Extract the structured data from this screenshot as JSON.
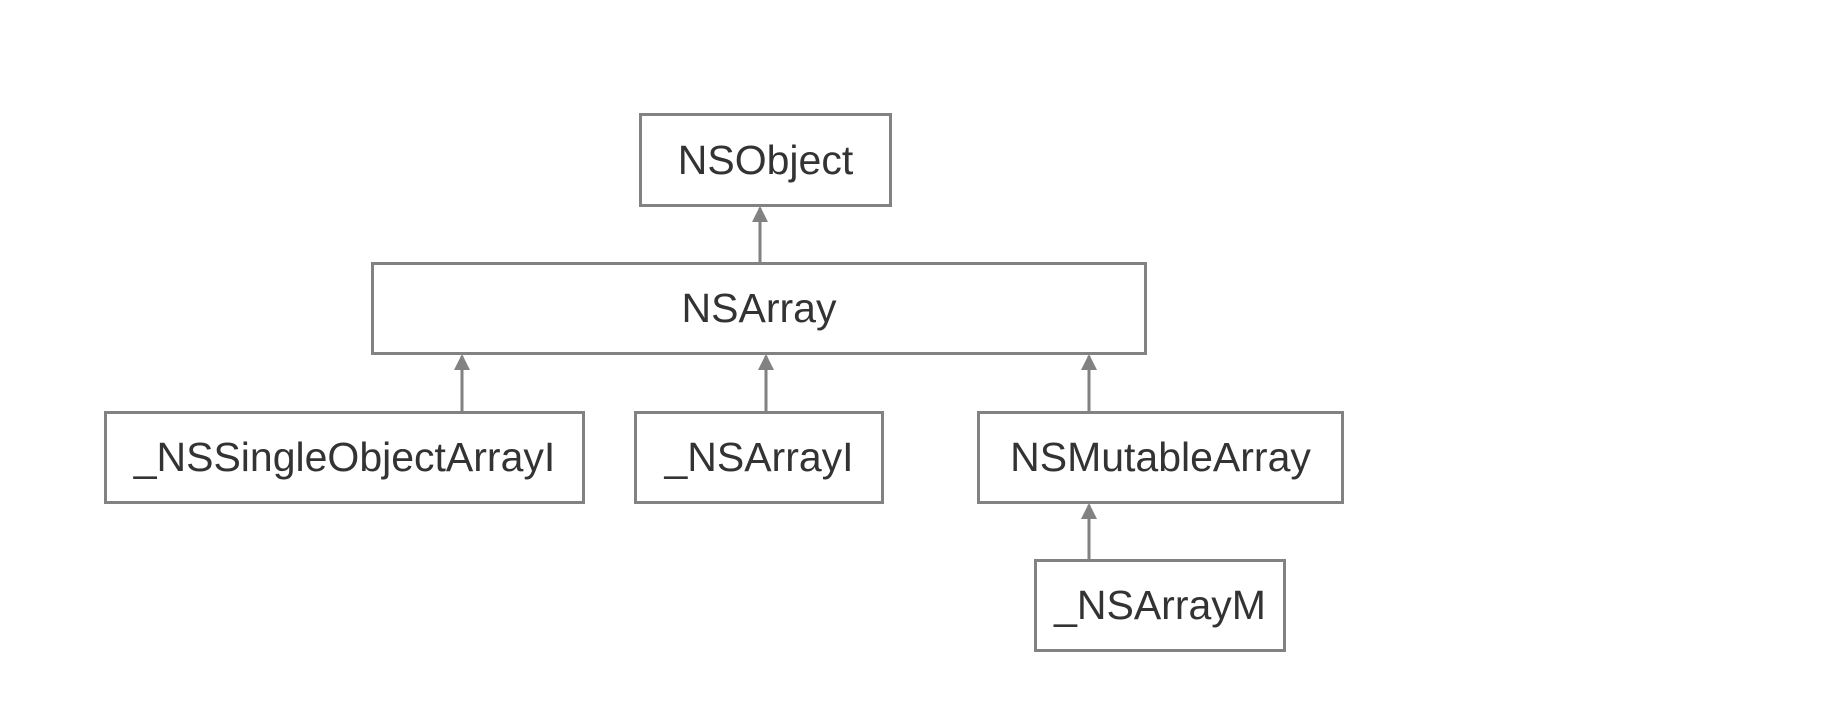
{
  "diagram": {
    "nodes": {
      "nsobject": "NSObject",
      "nsarray": "NSArray",
      "single_object_array": "_NSSingleObjectArrayI",
      "array_i": "_NSArrayI",
      "mutable_array": "NSMutableArray",
      "array_m": "_NSArrayM"
    },
    "edges": [
      {
        "from": "nsarray",
        "to": "nsobject"
      },
      {
        "from": "single_object_array",
        "to": "nsarray"
      },
      {
        "from": "array_i",
        "to": "nsarray"
      },
      {
        "from": "mutable_array",
        "to": "nsarray"
      },
      {
        "from": "array_m",
        "to": "mutable_array"
      }
    ],
    "colors": {
      "border": "#828282",
      "arrow": "#828282",
      "text": "#333333",
      "background": "#ffffff"
    }
  }
}
